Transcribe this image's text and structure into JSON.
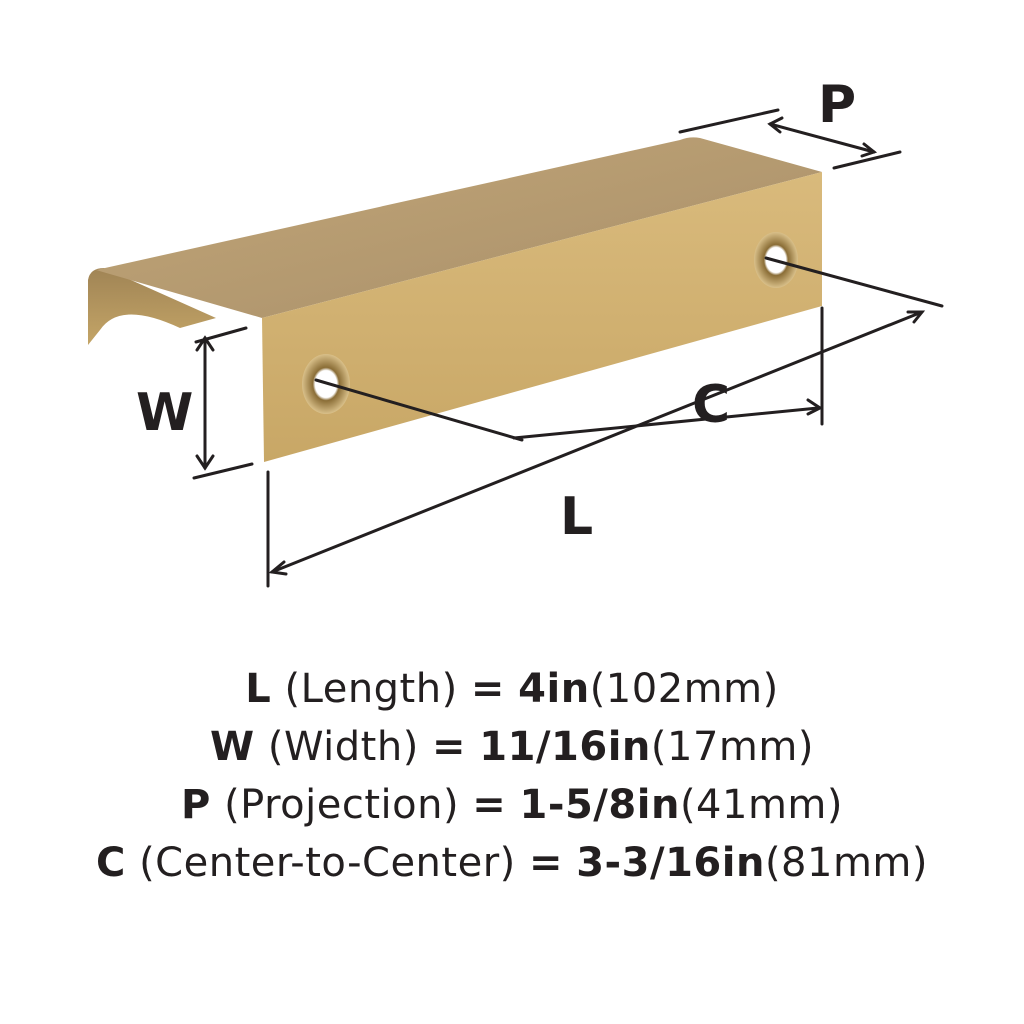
{
  "drawing": {
    "subject": "edge pull handle",
    "finish_color": "#c9a867",
    "top_color": "#b39a72",
    "labels": {
      "P": "P",
      "W": "W",
      "C": "C",
      "L": "L"
    }
  },
  "specs": [
    {
      "key": "L",
      "name": "(Length)",
      "eq": "=",
      "imperial": "4in",
      "metric": "(102mm)"
    },
    {
      "key": "W",
      "name": "(Width)",
      "eq": "=",
      "imperial": "11/16in",
      "metric": "(17mm)"
    },
    {
      "key": "P",
      "name": "(Projection)",
      "eq": "=",
      "imperial": "1-5/8in",
      "metric": "(41mm)"
    },
    {
      "key": "C",
      "name": "(Center-to-Center)",
      "eq": "=",
      "imperial": "3-3/16in",
      "metric": "(81mm)"
    }
  ]
}
